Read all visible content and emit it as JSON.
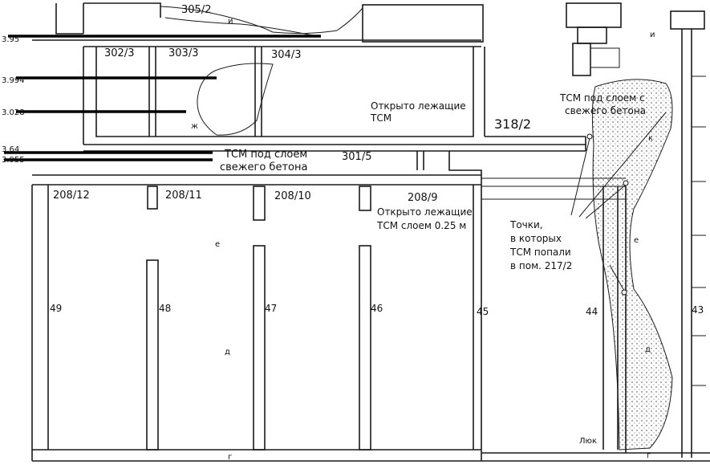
{
  "elevations": [
    "3.95",
    "3.994",
    "3.028",
    "3.64",
    "3.955"
  ],
  "rooms": {
    "r305_2": "305/2",
    "r302_3": "302/3",
    "r303_3": "303/3",
    "r304_3": "304/3",
    "r318_2": "318/2",
    "r301_5": "301/5",
    "r208_12": "208/12",
    "r208_11": "208/11",
    "r208_10": "208/10",
    "r208_9": "208/9"
  },
  "axes": {
    "a49": "49",
    "a48": "48",
    "a47": "47",
    "a46": "46",
    "a45": "45",
    "a44": "44",
    "a43": "43"
  },
  "letters": {
    "i_top": "и",
    "i_right": "и",
    "zh": "ж",
    "k": "к",
    "e_mid": "е",
    "e_right": "е",
    "d_mid": "д",
    "d_right": "д",
    "g_bottom": "г",
    "g_right": "г"
  },
  "notes": {
    "open_tsm_304": [
      "Открыто лежащие",
      "ТСМ"
    ],
    "tsm_fresh_concrete_left": [
      "ТСМ под слоем",
      "свежего бетона"
    ],
    "tsm_fresh_concrete_right": [
      "ТСМ под слоем с",
      "свежего бетона"
    ],
    "open_tsm_025": [
      "Открыто лежащие",
      "ТСМ слоем 0.25 м"
    ],
    "points_217": [
      "Точки,",
      "в которых",
      "ТСМ попали",
      "в пом. 217/2"
    ],
    "hatch": "Люк"
  }
}
